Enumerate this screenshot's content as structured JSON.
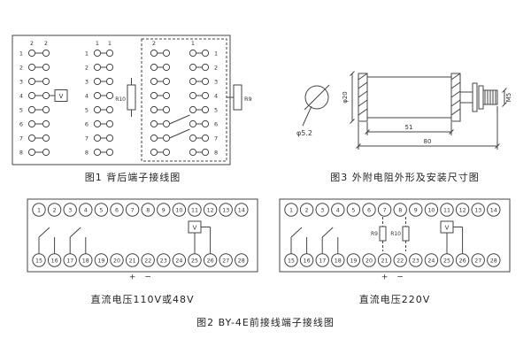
{
  "figure1": {
    "caption": "图1  背后端子接线图",
    "row_labels": [
      "1",
      "2",
      "3",
      "4",
      "5",
      "6",
      "7",
      "8"
    ],
    "left_group": {
      "col_headers": [
        "2",
        "2"
      ],
      "meter_label": "V"
    },
    "middle_group": {
      "col_headers": [
        "1",
        "1"
      ],
      "resistor_label": "R10"
    },
    "right_group": {
      "col_headers": [
        "2",
        "1"
      ],
      "resistor_label": "R9"
    }
  },
  "figure3": {
    "caption": "图3  外附电阻外形及安装尺寸图",
    "hole_dia": "φ5.2",
    "body_dia": "φ20",
    "body_len": "51",
    "overall_len": "80",
    "thread": "M5"
  },
  "figure2": {
    "caption": "图2  BY-4E前接线端子接线图",
    "left_strip": {
      "caption": "直流电压110V或48V",
      "top_terminals": [
        "1",
        "2",
        "3",
        "4",
        "5",
        "6",
        "7",
        "8",
        "9",
        "10",
        "11",
        "12",
        "13",
        "14"
      ],
      "bottom_terminals": [
        "15",
        "16",
        "17",
        "18",
        "19",
        "20",
        "21",
        "22",
        "23",
        "24",
        "25",
        "26",
        "27",
        "28"
      ],
      "meter_label": "V",
      "plus": "+",
      "minus": "−"
    },
    "right_strip": {
      "caption": "直流电压220V",
      "top_terminals": [
        "1",
        "2",
        "3",
        "4",
        "5",
        "6",
        "7",
        "8",
        "9",
        "10",
        "11",
        "12",
        "13",
        "14"
      ],
      "bottom_terminals": [
        "15",
        "16",
        "17",
        "18",
        "19",
        "20",
        "21",
        "22",
        "23",
        "24",
        "25",
        "26",
        "27",
        "28"
      ],
      "meter_label": "V",
      "r9": "R9",
      "r10": "R10",
      "plus": "+",
      "minus": "−"
    }
  }
}
